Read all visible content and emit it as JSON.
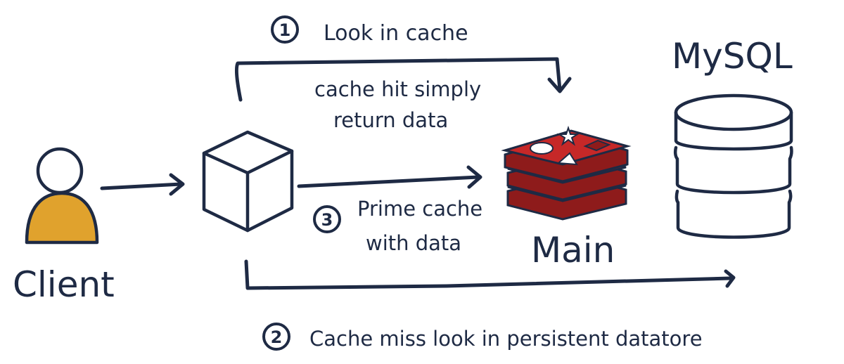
{
  "steps": [
    {
      "number": "1",
      "label": "Look in cache"
    },
    {
      "number": "2",
      "label": "Cache miss look in persistent datatore"
    },
    {
      "number": "3",
      "label": "Prime cache",
      "label_line2": "with data"
    }
  ],
  "cache_hit_note": {
    "line1": "cache hit simply",
    "line2": "return data"
  },
  "nodes": {
    "client": {
      "label": "Client",
      "icon": "person-icon"
    },
    "app": {
      "icon": "cube-icon"
    },
    "cache": {
      "label": "Main",
      "icon": "redis-stack-icon"
    },
    "database": {
      "label": "MySQL",
      "icon": "database-cylinder-icon"
    }
  },
  "colors": {
    "ink": "#1e2a44",
    "client_body": "#e0a22d",
    "redis_red": "#c62828",
    "redis_dark": "#8e1b1b"
  }
}
